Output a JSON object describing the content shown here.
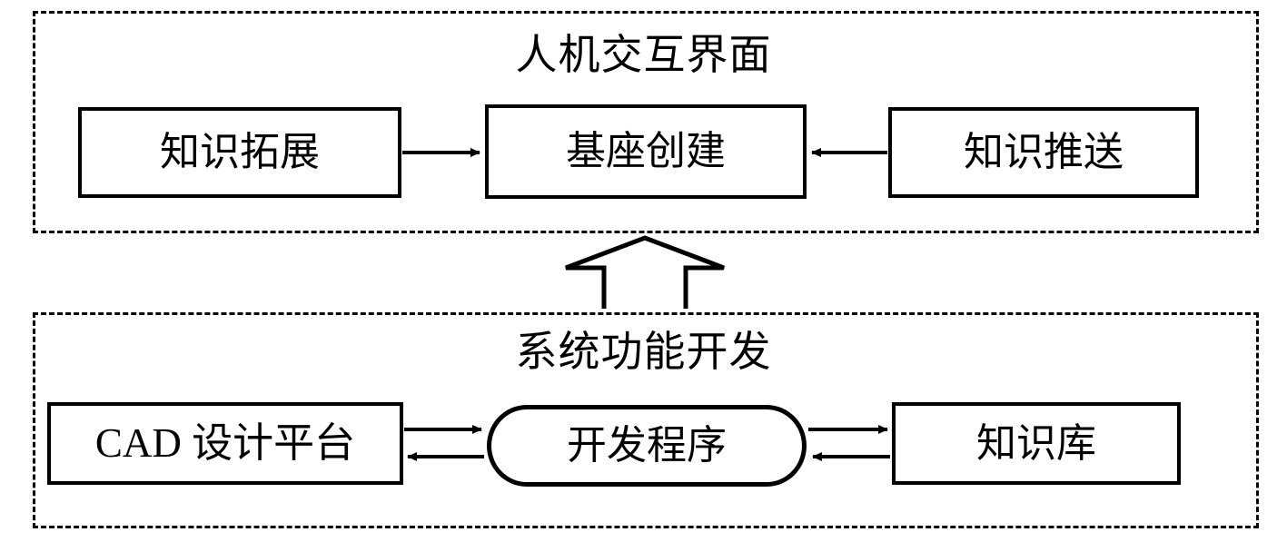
{
  "diagram": {
    "title_top": "人机交互界面",
    "title_bottom": "系统功能开发",
    "groups": [
      {
        "name": "human-computer-interaction",
        "label": "人机交互界面"
      },
      {
        "name": "system-function-development",
        "label": "系统功能开发"
      }
    ],
    "nodes": {
      "knowledge_expand": "知识拓展",
      "base_create": "基座创建",
      "knowledge_push": "知识推送",
      "cad_platform": "CAD 设计平台",
      "dev_program": "开发程序",
      "knowledge_base": "知识库"
    },
    "shapes": {
      "knowledge_expand": "rectangle",
      "base_create": "rectangle",
      "knowledge_push": "rectangle",
      "cad_platform": "rectangle",
      "dev_program": "rounded-rectangle",
      "knowledge_base": "rectangle"
    },
    "connections": [
      {
        "name": "expand-to-base",
        "from": "knowledge_expand",
        "to": "base_create",
        "direction": "right",
        "style": "solid-line-filled-arrowhead"
      },
      {
        "name": "push-to-base",
        "from": "knowledge_push",
        "to": "base_create",
        "direction": "left",
        "style": "solid-line-filled-arrowhead"
      },
      {
        "name": "cad-to-program",
        "from": "cad_platform",
        "to": "dev_program",
        "direction": "right",
        "style": "solid-line-filled-arrowhead"
      },
      {
        "name": "program-to-cad",
        "from": "dev_program",
        "to": "cad_platform",
        "direction": "left",
        "style": "solid-line-filled-arrowhead"
      },
      {
        "name": "program-to-knowledge-base",
        "from": "dev_program",
        "to": "knowledge_base",
        "direction": "right",
        "style": "solid-line-filled-arrowhead"
      },
      {
        "name": "knowledge-base-to-program",
        "from": "knowledge_base",
        "to": "dev_program",
        "direction": "left",
        "style": "solid-line-filled-arrowhead"
      },
      {
        "name": "system-to-hci",
        "from": "system-function-development",
        "to": "human-computer-interaction",
        "direction": "up",
        "style": "hollow-block-arrow"
      }
    ],
    "colors": {
      "stroke": "#000000",
      "fill": "#ffffff",
      "background": "#ffffff"
    }
  }
}
